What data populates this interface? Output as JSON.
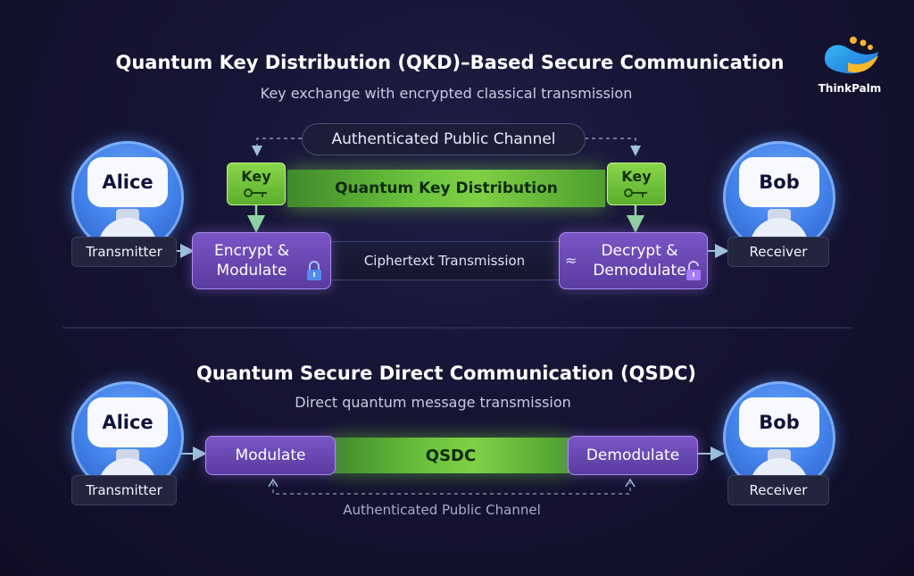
{
  "top": {
    "title": "Quantum Key Distribution (QKD)–Based Secure Communication",
    "subtitle": "Key exchange with encrypted classical transmission",
    "public_channel": "Authenticated Public Channel",
    "qkd_label": "Quantum Key Distribution",
    "key_left": "Key",
    "key_right": "Key",
    "alice": "Alice",
    "bob": "Bob",
    "alice_role": "Transmitter",
    "bob_role": "Receiver",
    "encrypt_line1": "Encrypt &",
    "encrypt_line2": "Modulate",
    "cipher_label": "Ciphertext Transmission",
    "decrypt_line1": "Decrypt &",
    "decrypt_line2": "Demodulate"
  },
  "bottom": {
    "title": "Quantum Secure Direct Communication (QSDC)",
    "subtitle": "Direct quantum message transmission",
    "alice": "Alice",
    "bob": "Bob",
    "alice_role": "Transmitter",
    "bob_role": "Receiver",
    "modulate": "Modulate",
    "qsdc": "QSDC",
    "demodulate": "Demodulate",
    "public_channel": "Authenticated Public Channel"
  },
  "logo": {
    "text": "ThinkPalm"
  },
  "colors": {
    "accent_green": "#7fd045",
    "accent_purple": "#7a56c6",
    "avatar_blue": "#3f7ee6"
  },
  "icons": [
    "key-icon",
    "lock-icon",
    "unlock-icon",
    "arrow-icon",
    "logo-icon"
  ]
}
